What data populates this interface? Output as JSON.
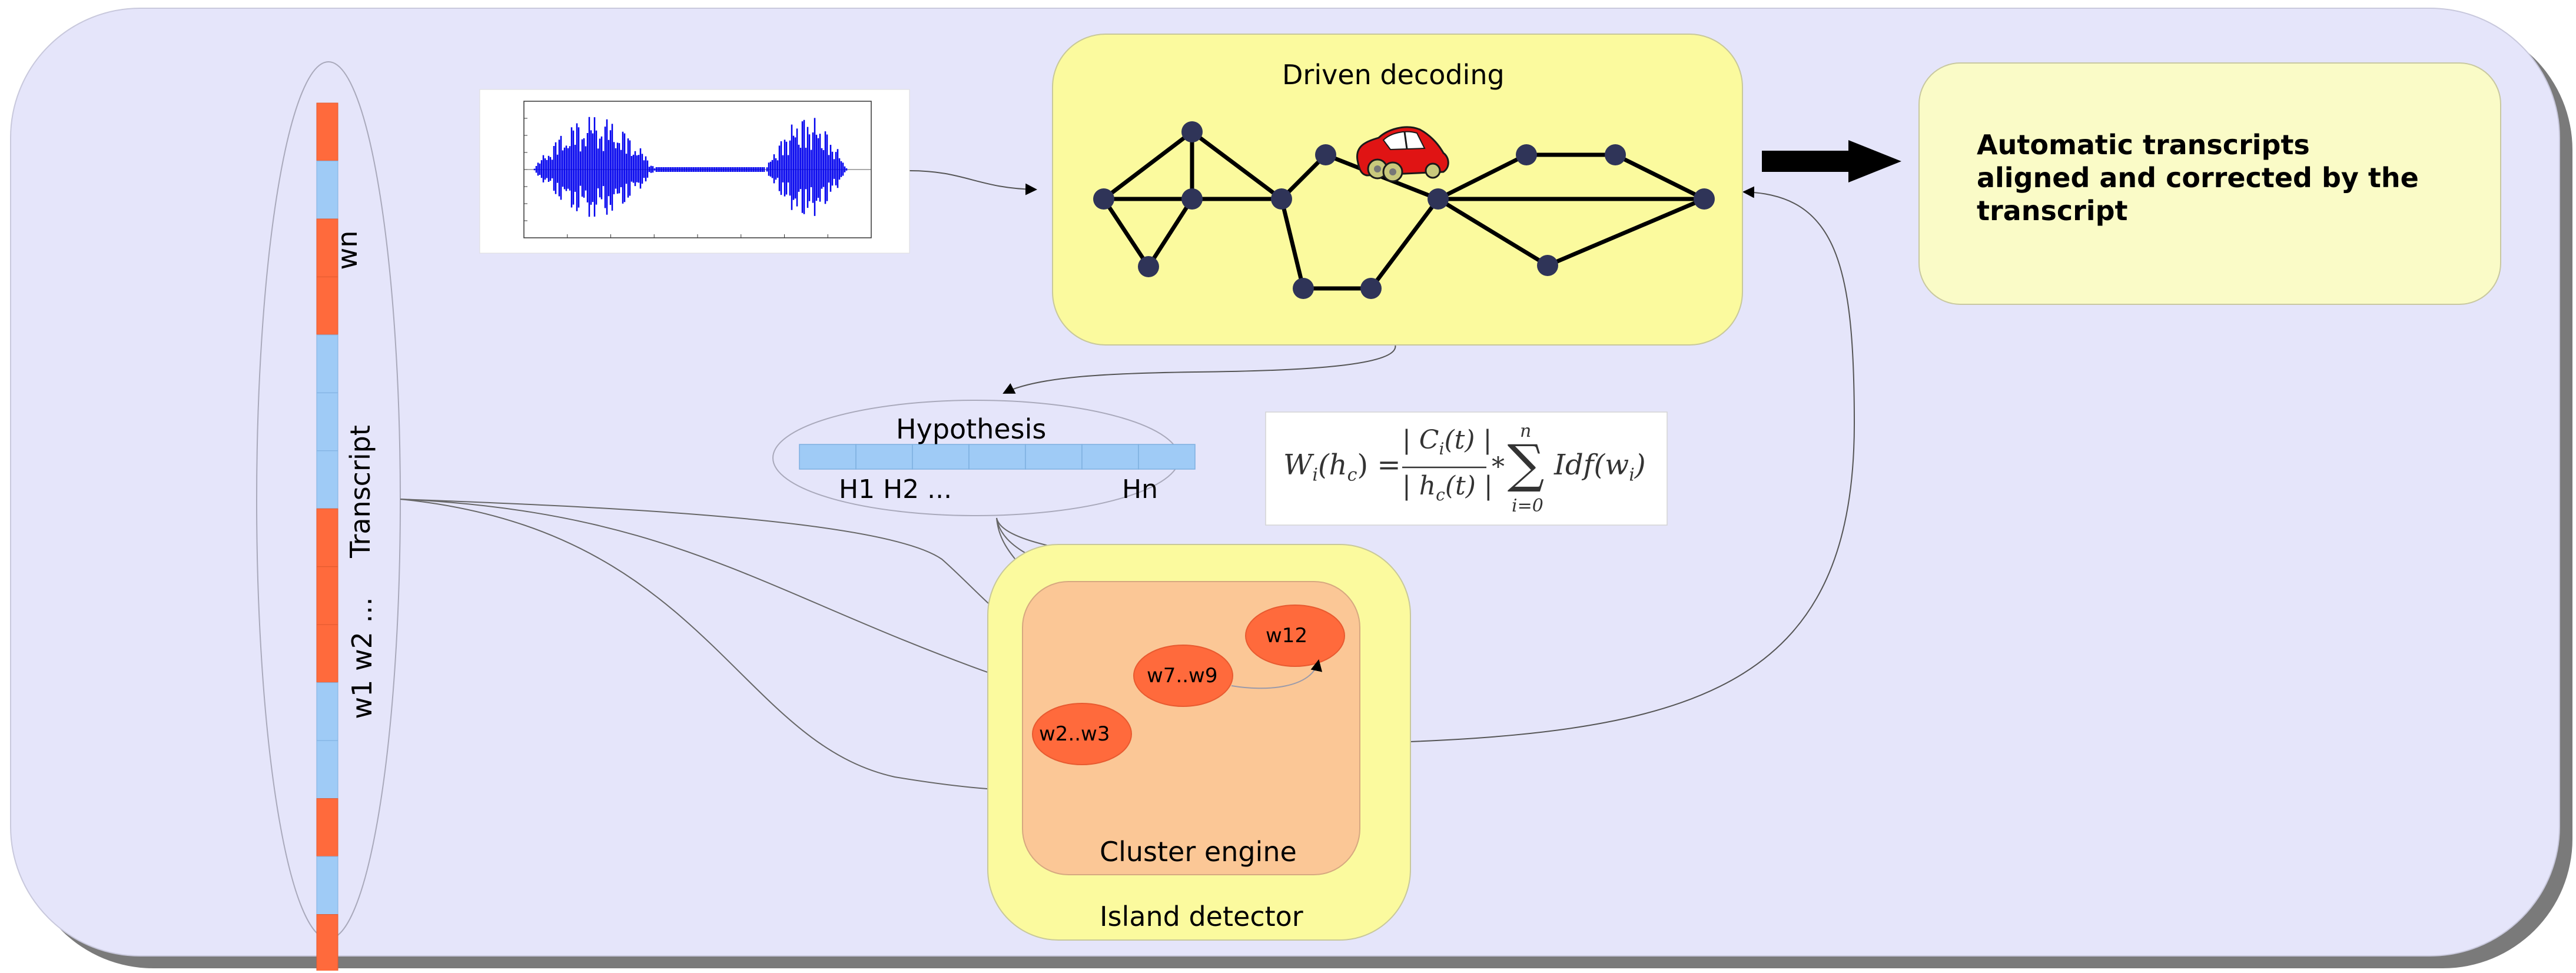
{
  "decoding": {
    "title": "Driven decoding"
  },
  "output": {
    "line1": "Automatic transcripts",
    "line2": "aligned and corrected by the",
    "line3": "transcript"
  },
  "transcript": {
    "wn": "wn",
    "label": "Transcript",
    "w1w2": "w1 w2 ..."
  },
  "hypothesis": {
    "title": "Hypothesis",
    "h_first": "H1 H2 ...",
    "h_last": "Hn"
  },
  "formula": {
    "lhs": "W",
    "lhs_sub": "i",
    "lhs_arg": "(h",
    "lhs_arg_sub": "c",
    "lhs_close": ") =",
    "num": "| C",
    "num_sub": "i",
    "num_rest": "(t) |",
    "den": "| h",
    "den_sub": "c",
    "den_rest": "(t) |",
    "times": "*",
    "sum_top": "n",
    "sum_bottom": "i=0",
    "term": "Idf(w",
    "term_sub": "i",
    "term_close": ")"
  },
  "clusters": {
    "w12": "w12",
    "w7w9": "w7..w9",
    "w2w3": "w2..w3"
  },
  "cluster_engine": {
    "label": "Cluster engine"
  },
  "island_detector": {
    "label": "Island  detector"
  },
  "colors": {
    "background": "#e5e5fa",
    "panel_yellow": "#fbfa9e",
    "output_yellow": "#fafbc7",
    "engine_orange": "#fbc796",
    "word_orange": "#ff6a3c",
    "word_blue": "#9fcbf6",
    "node": "#2f3458"
  }
}
